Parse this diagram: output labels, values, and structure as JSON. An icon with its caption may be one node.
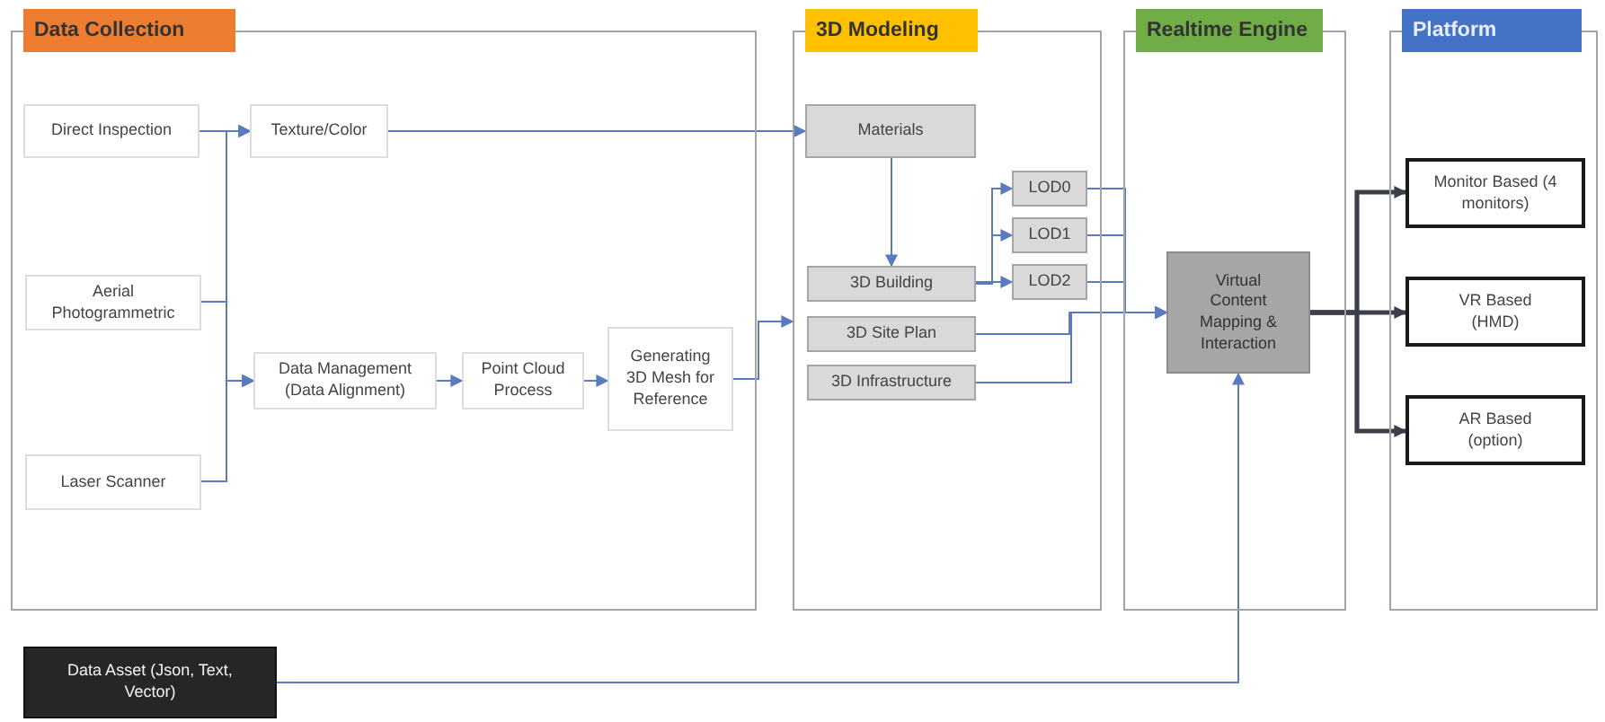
{
  "diagram": {
    "nodes": [
      {
        "text": [
          "Data Collection"
        ]
      },
      {
        "text": [
          "Direct Inspection"
        ],
        "in": 0
      },
      {
        "text": [
          "Aerial Photogrammetric"
        ],
        "in": 0
      },
      {
        "text": [
          "Laser Scanner"
        ],
        "in": 0
      },
      {
        "text": [
          "Texture/Color"
        ],
        "in": 0
      },
      {
        "text": [
          "Data Management (Data Alignment)"
        ],
        "in": 0
      },
      {
        "text": [
          "Point Cloud Process"
        ],
        "in": 0
      },
      {
        "text": [
          "Generating 3D Mesh for Reference"
        ],
        "in": 0
      },
      {
        "text": [
          "3D Modeling"
        ]
      },
      {
        "text": [
          "Materials"
        ],
        "in": 8
      },
      {
        "text": [
          "3D Building"
        ],
        "in": 8
      },
      {
        "text": [
          "3D Site Plan"
        ],
        "in": 8
      },
      {
        "text": [
          "3D Infrastructure"
        ],
        "in": 8
      },
      {
        "text": [
          "LOD0"
        ],
        "in": 8
      },
      {
        "text": [
          "LOD1"
        ],
        "in": 8
      },
      {
        "text": [
          "LOD2"
        ],
        "in": 8
      },
      {
        "text": [
          "Realtime Engine"
        ]
      },
      {
        "text": [
          "Virtual Content Mapping & Interaction"
        ],
        "in": 16
      },
      {
        "text": [
          "Platform"
        ]
      },
      {
        "text": [
          "Monitor Based (4 monitors)"
        ],
        "in": 18
      },
      {
        "text": [
          "VR Based (HMD)"
        ],
        "in": 18
      },
      {
        "text": [
          "AR Based (option)"
        ],
        "in": 18
      },
      {
        "text": [
          "Data Asset (Json, Text, Vector)"
        ]
      }
    ],
    "edges": [
      {
        "from": 1,
        "to": 4,
        "arrow": "to"
      },
      {
        "from": 1,
        "to": 5,
        "arrow": "to"
      },
      {
        "from": 2,
        "to": 4,
        "arrow": "to"
      },
      {
        "from": 2,
        "to": 5,
        "arrow": "to"
      },
      {
        "from": 3,
        "to": 4,
        "arrow": "to"
      },
      {
        "from": 3,
        "to": 5,
        "arrow": "to"
      },
      {
        "from": 4,
        "to": 9,
        "arrow": "to"
      },
      {
        "from": 5,
        "to": 6,
        "arrow": "to"
      },
      {
        "from": 6,
        "to": 7,
        "arrow": "to"
      },
      {
        "from": 7,
        "to": 8,
        "arrow": "to"
      },
      {
        "from": 9,
        "to": 10,
        "arrow": "to"
      },
      {
        "from": 10,
        "to": 13,
        "arrow": "to"
      },
      {
        "from": 10,
        "to": 14,
        "arrow": "to"
      },
      {
        "from": 10,
        "to": 15,
        "arrow": "to"
      },
      {
        "from": 13,
        "to": 17,
        "arrow": "to"
      },
      {
        "from": 14,
        "to": 17,
        "arrow": "to"
      },
      {
        "from": 15,
        "to": 17,
        "arrow": "to"
      },
      {
        "from": 11,
        "to": 17,
        "arrow": "to"
      },
      {
        "from": 12,
        "to": 17,
        "arrow": "to"
      },
      {
        "from": 17,
        "to": 19,
        "arrow": "to",
        "style": "thick",
        "color": "#3a3f4a"
      },
      {
        "from": 17,
        "to": 20,
        "arrow": "to",
        "style": "thick",
        "color": "#3a3f4a"
      },
      {
        "from": 17,
        "to": 21,
        "arrow": "to",
        "style": "thick",
        "color": "#3a3f4a"
      },
      {
        "from": 22,
        "to": 17,
        "arrow": "to"
      }
    ]
  }
}
